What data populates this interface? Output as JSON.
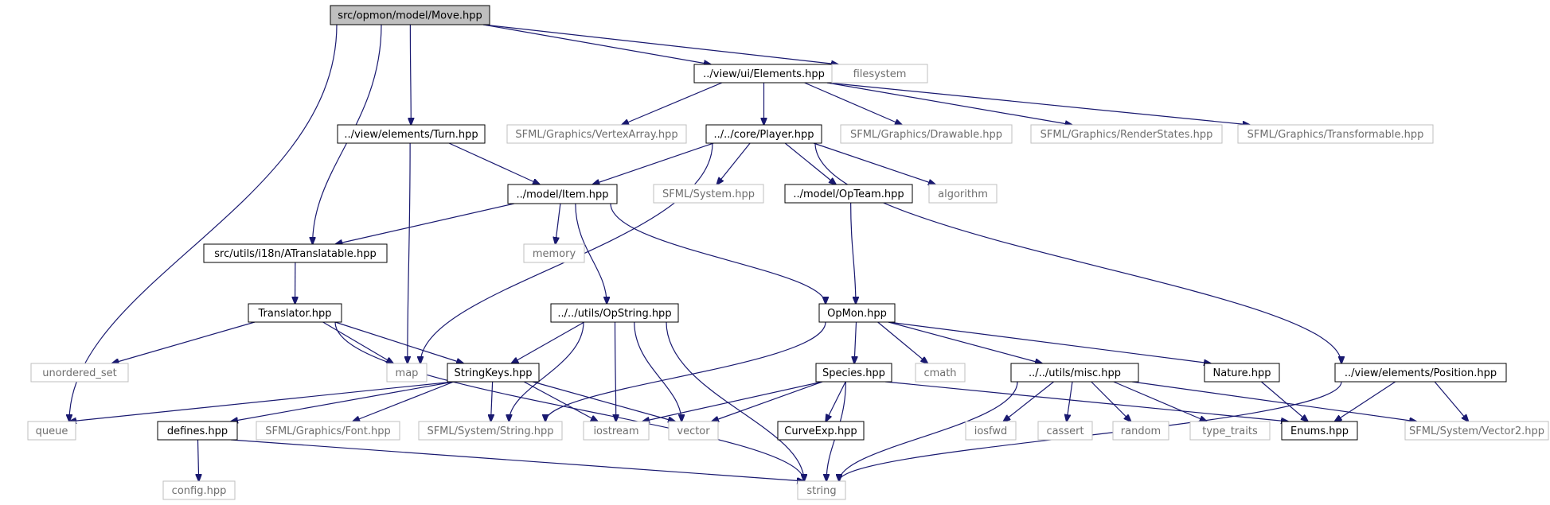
{
  "colors": {
    "edge": "#191970",
    "local_border": "#000000",
    "system_border": "#bfbfbf",
    "system_text": "#6e6e6e",
    "root_fill": "#bfbfbf",
    "background": "#ffffff"
  },
  "nodes": [
    {
      "id": "root",
      "label": "src/opmon/model/Move.hpp",
      "kind": "root"
    },
    {
      "id": "elements",
      "label": "../view/ui/Elements.hpp",
      "kind": "local"
    },
    {
      "id": "filesystem",
      "label": "filesystem",
      "kind": "system"
    },
    {
      "id": "turn",
      "label": "../view/elements/Turn.hpp",
      "kind": "local"
    },
    {
      "id": "vertexarray",
      "label": "SFML/Graphics/VertexArray.hpp",
      "kind": "system"
    },
    {
      "id": "player",
      "label": "../../core/Player.hpp",
      "kind": "local"
    },
    {
      "id": "drawable",
      "label": "SFML/Graphics/Drawable.hpp",
      "kind": "system"
    },
    {
      "id": "renderstates",
      "label": "SFML/Graphics/RenderStates.hpp",
      "kind": "system"
    },
    {
      "id": "transformable",
      "label": "SFML/Graphics/Transformable.hpp",
      "kind": "system"
    },
    {
      "id": "item",
      "label": "../model/Item.hpp",
      "kind": "local"
    },
    {
      "id": "sfmlsystem",
      "label": "SFML/System.hpp",
      "kind": "system"
    },
    {
      "id": "opteam",
      "label": "../model/OpTeam.hpp",
      "kind": "local"
    },
    {
      "id": "algorithm",
      "label": "algorithm",
      "kind": "system"
    },
    {
      "id": "atranslatable",
      "label": "src/utils/i18n/ATranslatable.hpp",
      "kind": "local"
    },
    {
      "id": "memory",
      "label": "memory",
      "kind": "system"
    },
    {
      "id": "translator",
      "label": "Translator.hpp",
      "kind": "local"
    },
    {
      "id": "opstring",
      "label": "../../utils/OpString.hpp",
      "kind": "local"
    },
    {
      "id": "opmon",
      "label": "OpMon.hpp",
      "kind": "local"
    },
    {
      "id": "unordered_set",
      "label": "unordered_set",
      "kind": "system"
    },
    {
      "id": "map",
      "label": "map",
      "kind": "system"
    },
    {
      "id": "stringkeys",
      "label": "StringKeys.hpp",
      "kind": "local"
    },
    {
      "id": "species",
      "label": "Species.hpp",
      "kind": "local"
    },
    {
      "id": "cmath",
      "label": "cmath",
      "kind": "system"
    },
    {
      "id": "misc",
      "label": "../../utils/misc.hpp",
      "kind": "local"
    },
    {
      "id": "nature",
      "label": "Nature.hpp",
      "kind": "local"
    },
    {
      "id": "position",
      "label": "../view/elements/Position.hpp",
      "kind": "local"
    },
    {
      "id": "queue",
      "label": "queue",
      "kind": "system"
    },
    {
      "id": "defines",
      "label": "defines.hpp",
      "kind": "local"
    },
    {
      "id": "font",
      "label": "SFML/Graphics/Font.hpp",
      "kind": "system"
    },
    {
      "id": "string_hpp",
      "label": "SFML/System/String.hpp",
      "kind": "system"
    },
    {
      "id": "iostream",
      "label": "iostream",
      "kind": "system"
    },
    {
      "id": "vector",
      "label": "vector",
      "kind": "system"
    },
    {
      "id": "curveexp",
      "label": "CurveExp.hpp",
      "kind": "local"
    },
    {
      "id": "iosfwd",
      "label": "iosfwd",
      "kind": "system"
    },
    {
      "id": "cassert",
      "label": "cassert",
      "kind": "system"
    },
    {
      "id": "random",
      "label": "random",
      "kind": "system"
    },
    {
      "id": "type_traits",
      "label": "type_traits",
      "kind": "system"
    },
    {
      "id": "enums",
      "label": "Enums.hpp",
      "kind": "local"
    },
    {
      "id": "vector2",
      "label": "SFML/System/Vector2.hpp",
      "kind": "system"
    },
    {
      "id": "config",
      "label": "config.hpp",
      "kind": "system"
    },
    {
      "id": "string",
      "label": "string",
      "kind": "system"
    }
  ],
  "edges": [
    [
      "root",
      "elements"
    ],
    [
      "root",
      "filesystem"
    ],
    [
      "root",
      "turn"
    ],
    [
      "root",
      "atranslatable"
    ],
    [
      "root",
      "queue"
    ],
    [
      "elements",
      "vertexarray"
    ],
    [
      "elements",
      "player"
    ],
    [
      "elements",
      "drawable"
    ],
    [
      "elements",
      "renderstates"
    ],
    [
      "elements",
      "transformable"
    ],
    [
      "turn",
      "item"
    ],
    [
      "turn",
      "map"
    ],
    [
      "player",
      "item"
    ],
    [
      "player",
      "sfmlsystem"
    ],
    [
      "player",
      "opteam"
    ],
    [
      "player",
      "algorithm"
    ],
    [
      "player",
      "position"
    ],
    [
      "player",
      "map"
    ],
    [
      "item",
      "atranslatable"
    ],
    [
      "item",
      "memory"
    ],
    [
      "item",
      "opstring"
    ],
    [
      "item",
      "opmon"
    ],
    [
      "opteam",
      "opmon"
    ],
    [
      "atranslatable",
      "translator"
    ],
    [
      "translator",
      "unordered_set"
    ],
    [
      "translator",
      "map"
    ],
    [
      "translator",
      "stringkeys"
    ],
    [
      "translator",
      "string"
    ],
    [
      "opstring",
      "stringkeys"
    ],
    [
      "opstring",
      "string_hpp"
    ],
    [
      "opstring",
      "iostream"
    ],
    [
      "opstring",
      "vector"
    ],
    [
      "opstring",
      "string"
    ],
    [
      "opmon",
      "string_hpp"
    ],
    [
      "opmon",
      "species"
    ],
    [
      "opmon",
      "cmath"
    ],
    [
      "opmon",
      "misc"
    ],
    [
      "opmon",
      "nature"
    ],
    [
      "stringkeys",
      "queue"
    ],
    [
      "stringkeys",
      "defines"
    ],
    [
      "stringkeys",
      "font"
    ],
    [
      "stringkeys",
      "string_hpp"
    ],
    [
      "stringkeys",
      "iostream"
    ],
    [
      "stringkeys",
      "vector"
    ],
    [
      "species",
      "iostream"
    ],
    [
      "species",
      "vector"
    ],
    [
      "species",
      "curveexp"
    ],
    [
      "species",
      "string"
    ],
    [
      "species",
      "enums"
    ],
    [
      "misc",
      "iosfwd"
    ],
    [
      "misc",
      "cassert"
    ],
    [
      "misc",
      "random"
    ],
    [
      "misc",
      "type_traits"
    ],
    [
      "misc",
      "vector2"
    ],
    [
      "misc",
      "string"
    ],
    [
      "nature",
      "enums"
    ],
    [
      "position",
      "enums"
    ],
    [
      "position",
      "vector2"
    ],
    [
      "position",
      "string"
    ],
    [
      "defines",
      "config"
    ],
    [
      "defines",
      "string"
    ]
  ]
}
